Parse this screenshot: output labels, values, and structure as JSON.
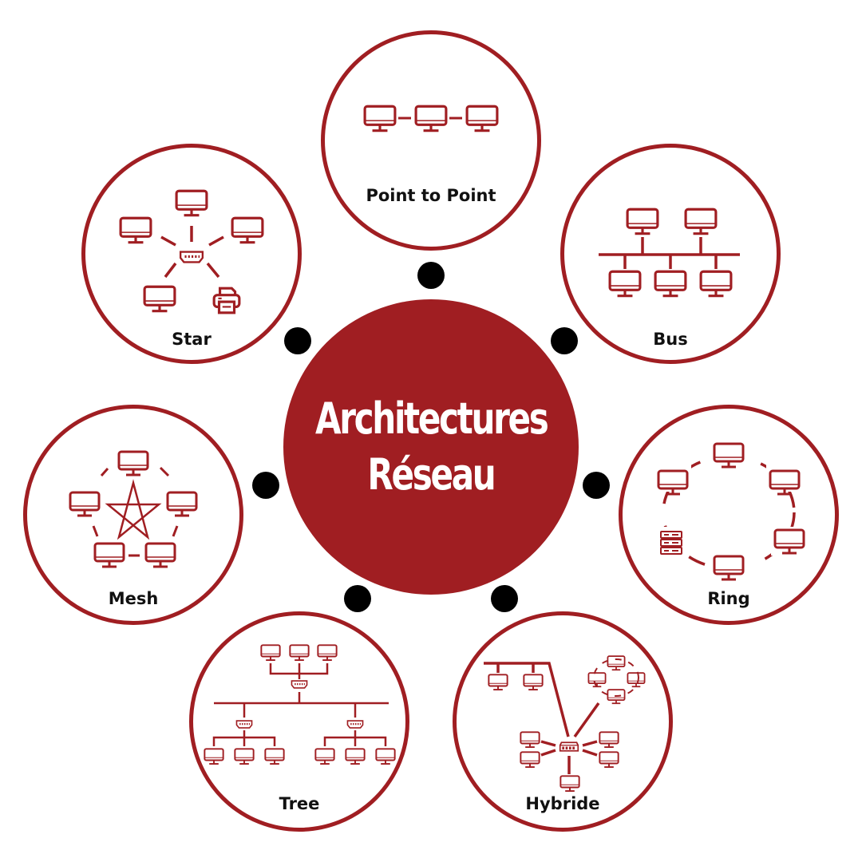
{
  "center": {
    "line1": "Architectures",
    "line2": "Réseau",
    "color": "#a01e22"
  },
  "colors": {
    "accent": "#a01e22",
    "connector_dot": "#000000",
    "label": "#111111"
  },
  "topologies": [
    {
      "id": "point-to-point",
      "label": "Point to Point",
      "devices": [
        "monitor",
        "monitor",
        "monitor"
      ]
    },
    {
      "id": "star",
      "label": "Star",
      "devices": [
        "monitor",
        "monitor",
        "monitor",
        "monitor",
        "printer",
        "switch"
      ]
    },
    {
      "id": "bus",
      "label": "Bus",
      "devices": [
        "monitor",
        "monitor",
        "monitor",
        "monitor",
        "monitor"
      ]
    },
    {
      "id": "mesh",
      "label": "Mesh",
      "devices": [
        "monitor",
        "monitor",
        "monitor",
        "monitor",
        "monitor"
      ]
    },
    {
      "id": "ring",
      "label": "Ring",
      "devices": [
        "monitor",
        "monitor",
        "monitor",
        "monitor",
        "monitor",
        "server"
      ]
    },
    {
      "id": "tree",
      "label": "Tree",
      "devices": [
        "monitor",
        "monitor",
        "monitor",
        "switch",
        "switch",
        "switch",
        "monitor",
        "monitor",
        "monitor",
        "monitor",
        "monitor",
        "monitor"
      ]
    },
    {
      "id": "hybride",
      "label": "Hybride",
      "devices": [
        "monitor",
        "monitor",
        "monitor",
        "monitor",
        "monitor",
        "monitor",
        "monitor",
        "monitor",
        "monitor",
        "monitor",
        "monitor",
        "hub"
      ]
    }
  ]
}
